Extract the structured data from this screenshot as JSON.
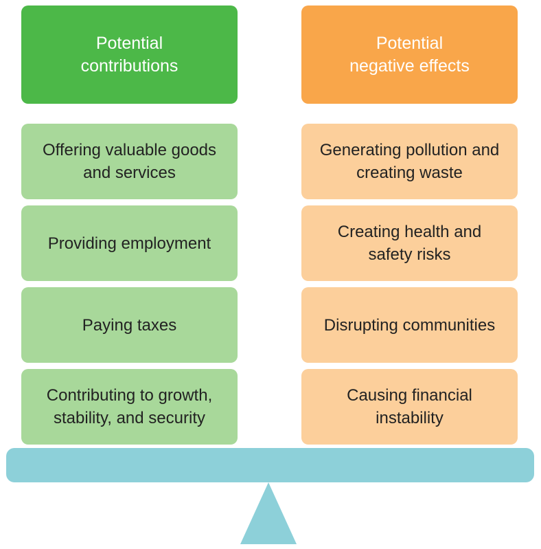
{
  "colors": {
    "contributions_header": "#4cb848",
    "contributions_item": "#a8d89a",
    "negative_header": "#f9a64a",
    "negative_item": "#fccf9b",
    "beam": "#8dd0d9"
  },
  "contributions": {
    "header": "Potential\ncontributions",
    "items": [
      "Offering valuable goods\nand services",
      "Providing employment",
      "Paying taxes",
      "Contributing to growth,\nstability, and security"
    ]
  },
  "negative_effects": {
    "header": "Potential\nnegative effects",
    "items": [
      "Generating pollution and\ncreating waste",
      "Creating health and\nsafety risks",
      "Disrupting communities",
      "Causing financial\ninstability"
    ]
  }
}
